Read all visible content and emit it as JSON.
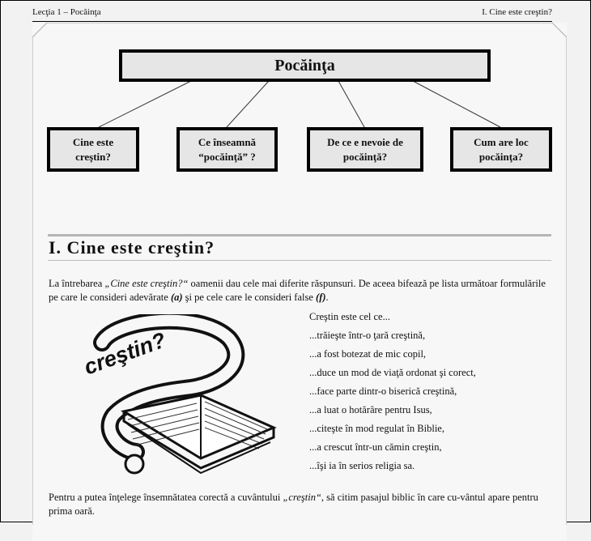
{
  "header": {
    "left": "Lecţia 1 – Pocăinţa",
    "right": "I. Cine este creştin?"
  },
  "diagram": {
    "root": "Pocăinţa",
    "branches": [
      "Cine este\ncreştin?",
      "Ce înseamnă\n“pocăinţă” ?",
      "De ce e nevoie de\npocăinţă?",
      "Cum are loc\npocăinţa?"
    ]
  },
  "section": {
    "title": "I. Cine este creştin?",
    "intro_parts": [
      "La întrebarea ",
      "„Cine este creştin?“",
      " oamenii dau cele mai diferite răspunsuri. De aceea bifează pe lista următoar formulările pe care le consideri adevărate ",
      "(a)",
      " şi pe cele care le consideri false ",
      "(f)",
      "."
    ],
    "list_heading": "Creştin este cel ce...",
    "statements": [
      "...trăieşte într-o ţară creştină,",
      "...a fost botezat de mic copil,",
      "...duce un mod de viaţă ordonat şi corect,",
      "...face parte dintr-o biserică creştină,",
      "...a luat o hotărâre pentru Isus,",
      "...citeşte în mod regulat în Biblie,",
      "...a crescut într-un cămin creştin,",
      "...îşi ia în serios religia sa."
    ],
    "illustration_word": "creştin?",
    "footer_parts": [
      "Pentru a putea înţelege însemnătatea corectă a cuvântului ",
      "„creştin“",
      ", să citim pasajul biblic în care cu-vântul apare pentru prima oară."
    ]
  }
}
